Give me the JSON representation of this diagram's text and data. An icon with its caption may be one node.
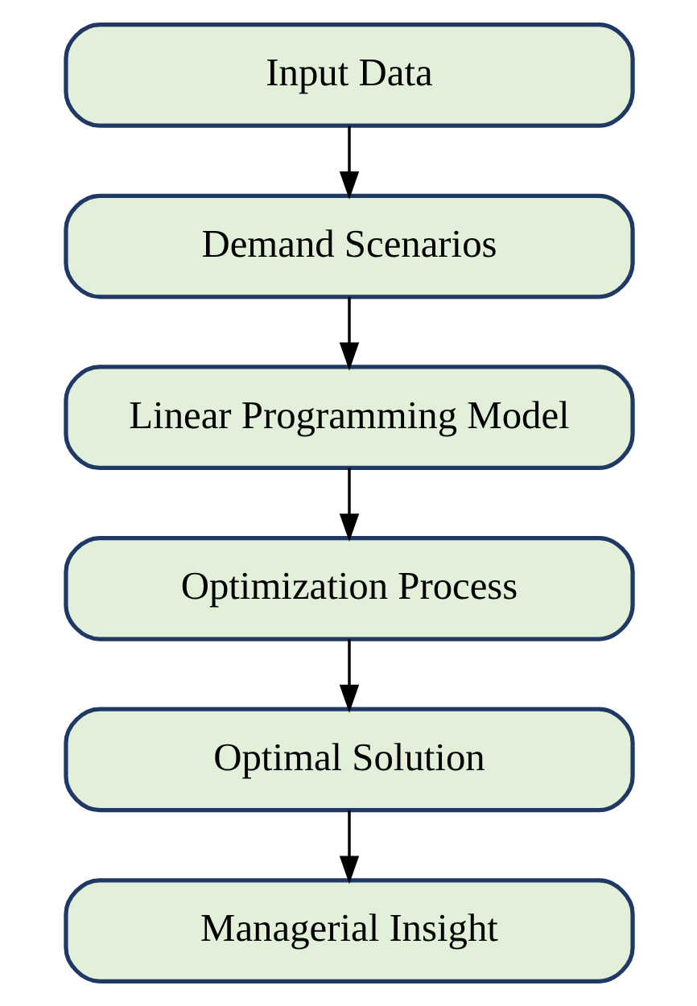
{
  "diagram": {
    "nodes": [
      {
        "text": [
          "Input Data"
        ]
      },
      {
        "text": [
          "Demand Scenarios"
        ]
      },
      {
        "text": [
          "Linear Programming Model"
        ]
      },
      {
        "text": [
          "Optimization Process"
        ]
      },
      {
        "text": [
          "Optimal Solution"
        ]
      },
      {
        "text": [
          "Managerial Insight"
        ]
      }
    ],
    "edges": [
      {
        "from": 0,
        "to": 1,
        "arrow": "to"
      },
      {
        "from": 1,
        "to": 2,
        "arrow": "to"
      },
      {
        "from": 2,
        "to": 3,
        "arrow": "to"
      },
      {
        "from": 3,
        "to": 4,
        "arrow": "to"
      },
      {
        "from": 4,
        "to": 5,
        "arrow": "to"
      }
    ]
  }
}
